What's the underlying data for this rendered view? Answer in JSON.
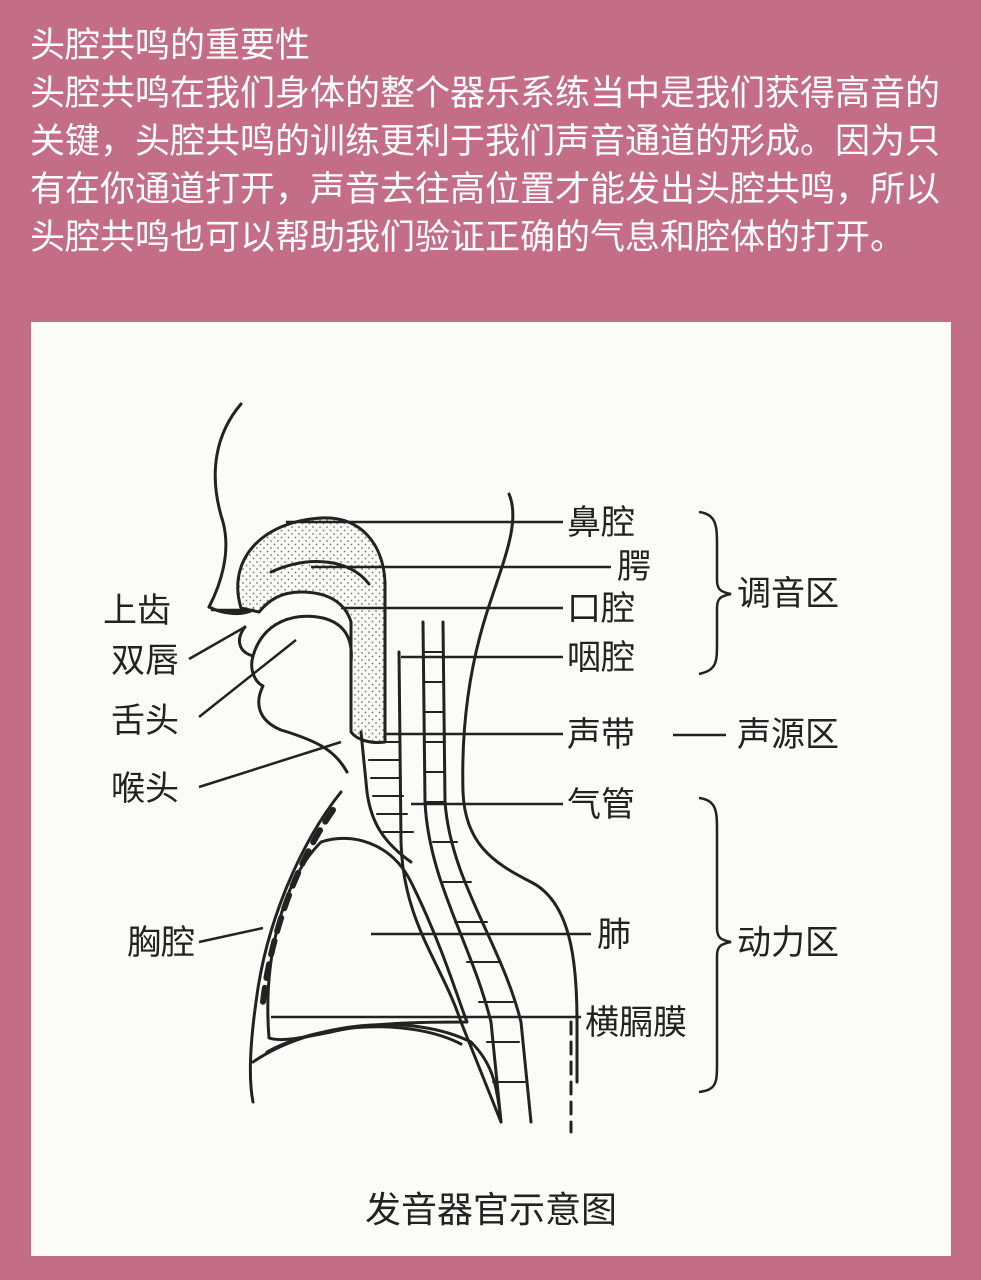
{
  "header": {
    "title": "头腔共鸣的重要性",
    "paragraph": "头腔共鸣在我们身体的整个器乐系练当中是我们获得高音的关键，头腔共鸣的训练更利于我们声音通道的形成。因为只有在你通道打开，声音去往高位置才能发出头腔共鸣，所以头腔共鸣也可以帮助我们验证正确的气息和腔体的打开。"
  },
  "diagram": {
    "caption": "发音器官示意图",
    "left_labels": {
      "upper_teeth": "上齿",
      "lips": "双唇",
      "tongue": "舌头",
      "larynx": "喉头",
      "chest_cavity": "胸腔"
    },
    "right_labels": {
      "nasal_cavity": "鼻腔",
      "palate": "腭",
      "oral_cavity": "口腔",
      "pharynx": "咽腔",
      "vocal_cords": "声带",
      "trachea": "气管",
      "lungs": "肺",
      "diaphragm": "横膈膜"
    },
    "zones": {
      "articulation": "调音区",
      "source": "声源区",
      "power": "动力区"
    }
  },
  "colors": {
    "background": "#c36d87",
    "panel": "#fbfbf7",
    "ink": "#222222",
    "header_text": "#ffffff"
  }
}
